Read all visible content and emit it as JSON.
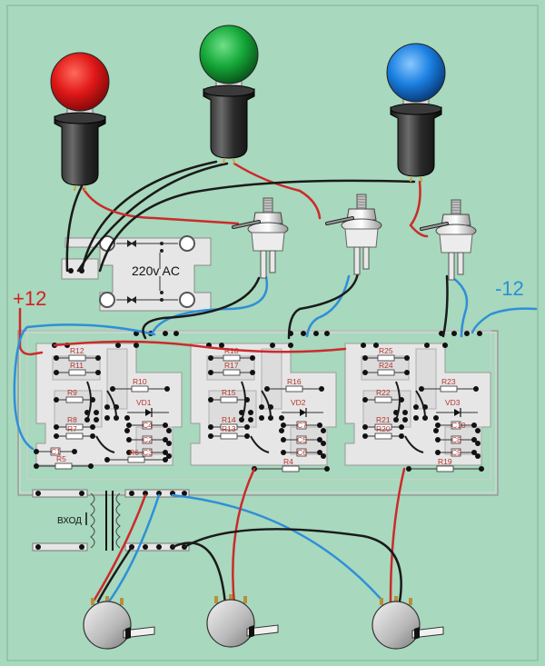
{
  "power": {
    "plus": "+12",
    "minus": "-12",
    "ac": "220v AC"
  },
  "input_label": "ВХОД",
  "colors": {
    "background": "#a8d8bd",
    "board": "#e6e6e6",
    "trace": "#dedede",
    "red_wire": "#cc2a2a",
    "blue_wire": "#2f8fd8",
    "black_wire": "#1a1a1a",
    "label_red": "#d42020",
    "label_blue": "#2a8fd6",
    "component_label": "#b5352d",
    "lamp_red": "#e01818",
    "lamp_green": "#15a838",
    "lamp_blue": "#1a7fe0"
  },
  "lamps": [
    {
      "color": "red"
    },
    {
      "color": "green"
    },
    {
      "color": "blue"
    }
  ],
  "components": {
    "ch1": {
      "r_top1": "R12",
      "r_top2": "R11",
      "r_mid": "R10",
      "r_left": "R9",
      "diode": "VD1",
      "r_b1": "R8",
      "r_b2": "R7",
      "c1": "C4",
      "c2": "C2",
      "c3": "C3",
      "c_left": "C1",
      "r_bl": "R5",
      "r_br": "R6"
    },
    "ch2": {
      "r_top1": "R18",
      "r_top2": "R17",
      "r_mid": "R16",
      "r_left": "R15",
      "diode": "VD2",
      "r_b1": "R14",
      "r_b2": "R13",
      "c1": "C7",
      "c2": "C5",
      "c3": "C6",
      "r_bot": "R4"
    },
    "ch3": {
      "r_top1": "R25",
      "r_top2": "R24",
      "r_mid": "R23",
      "r_left": "R22",
      "diode": "VD3",
      "r_b1": "R21",
      "r_b2": "R20",
      "c1": "C10",
      "c2": "C8",
      "c3": "C9",
      "r_bot": "R19"
    }
  }
}
